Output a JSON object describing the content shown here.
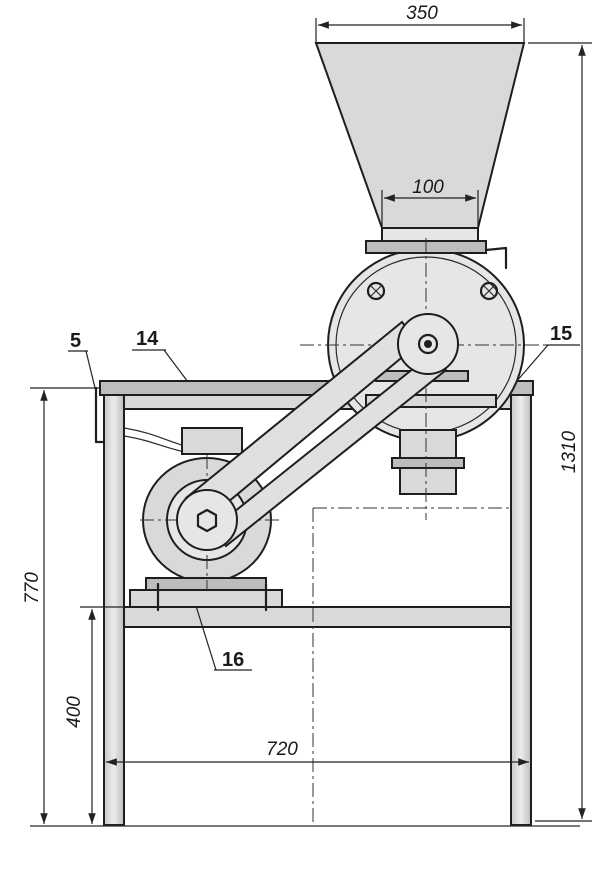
{
  "dimensions": {
    "hopper_top_width": "350",
    "hopper_outlet_width": "100",
    "overall_height": "1310",
    "table_height": "770",
    "shelf_height": "400",
    "frame_width": "720"
  },
  "part_numbers": {
    "part_5": "5",
    "part_14": "14",
    "part_15": "15",
    "part_16": "16"
  }
}
